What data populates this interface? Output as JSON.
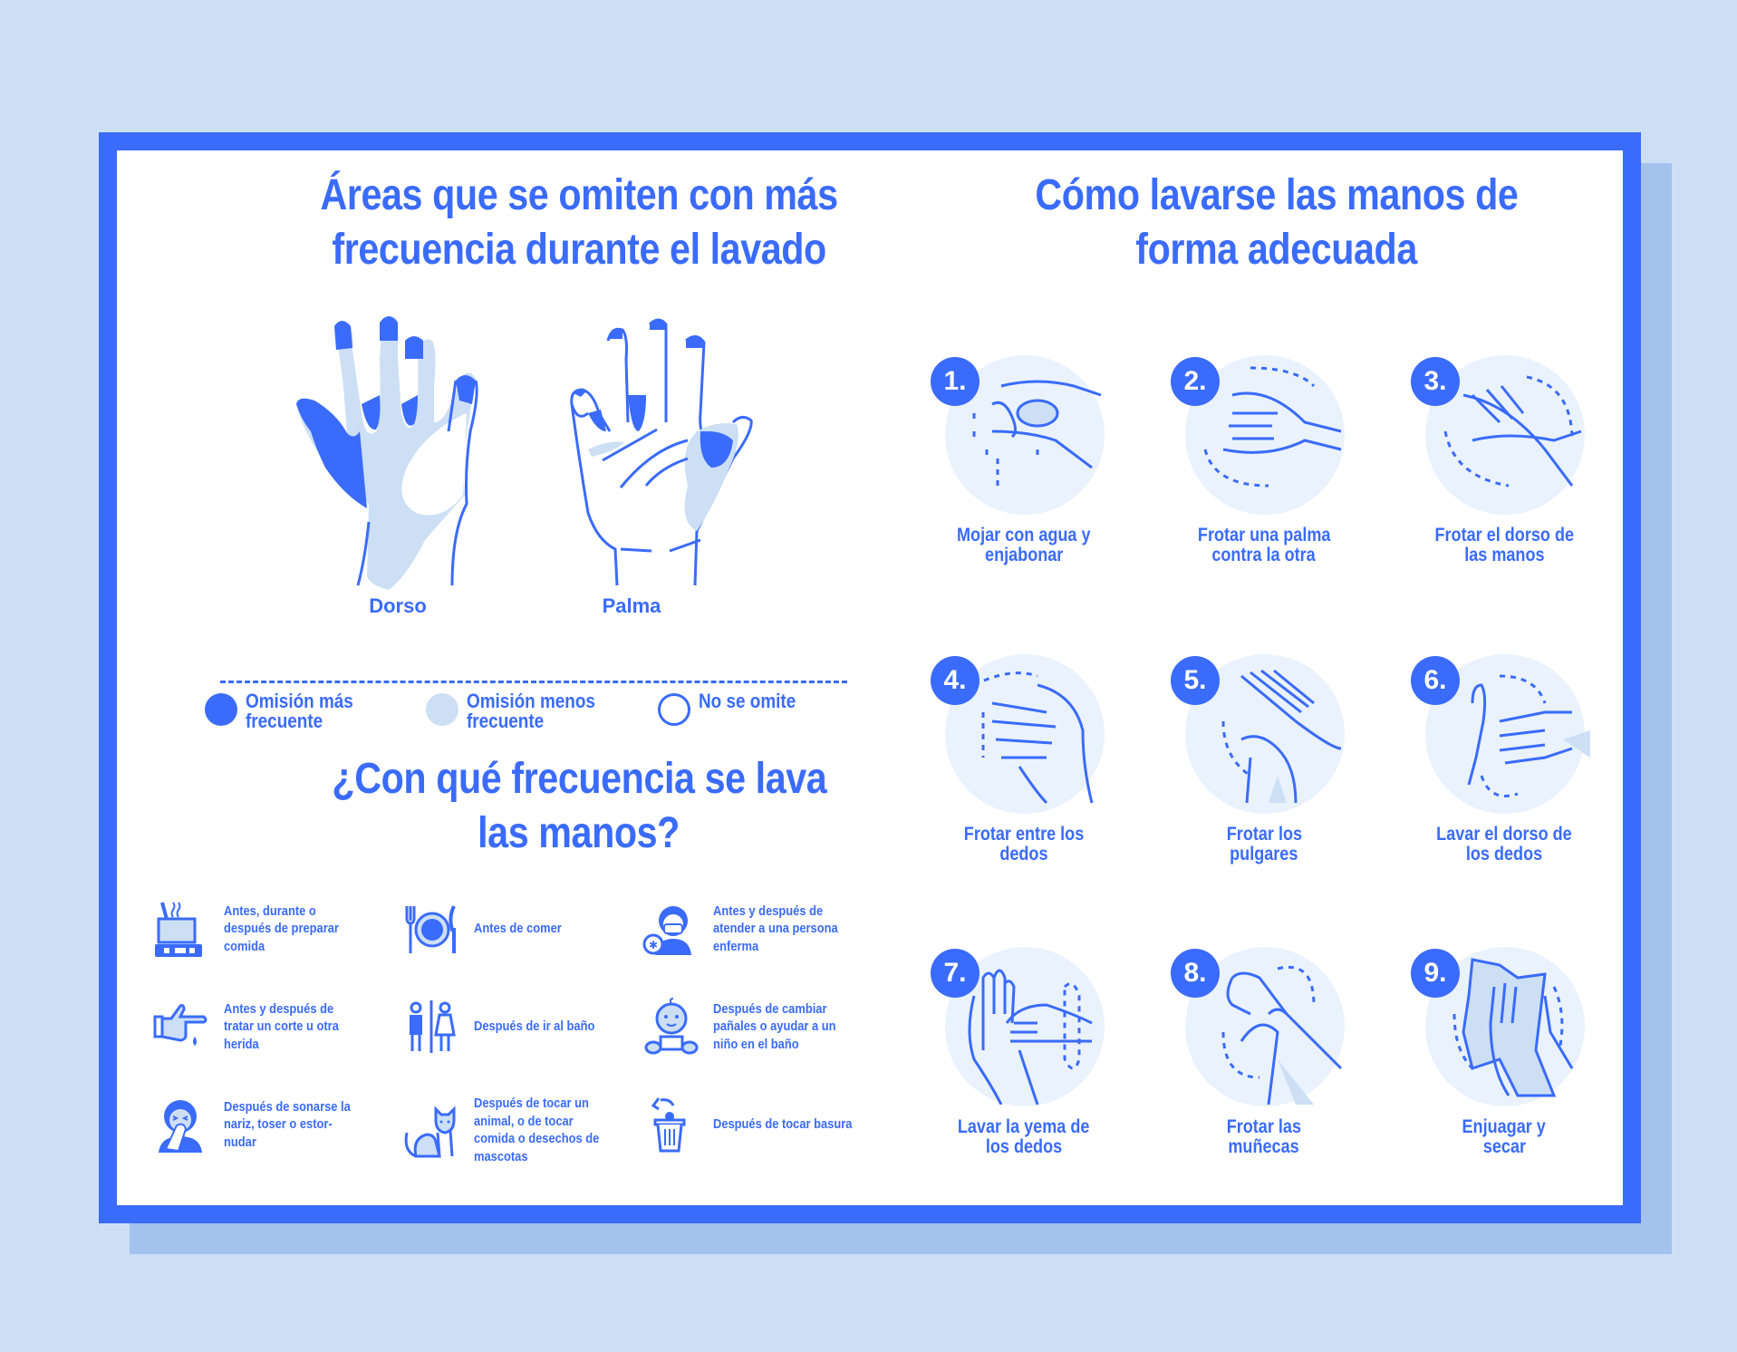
{
  "colors": {
    "background": "#CCDFF5",
    "shadow": "#A4C2EE",
    "frame": "#3A6BFB",
    "sheet": "#FFFFFF",
    "accent": "#3A6BFB",
    "accent_light": "#CCDFF5",
    "step_circle_bg": "#EAF2FD"
  },
  "omitted_areas": {
    "title_line1": "Áreas que se omiten con más",
    "title_line2": "frecuencia durante el lavado",
    "hands": [
      {
        "label": "Dorso",
        "icon": "hand-back-icon"
      },
      {
        "label": "Palma",
        "icon": "hand-palm-icon"
      }
    ],
    "legend": [
      {
        "line1": "Omisión más",
        "line2": "frecuente",
        "swatch": "filled-dark"
      },
      {
        "line1": "Omisión menos",
        "line2": "frecuente",
        "swatch": "filled-light"
      },
      {
        "line1": "No se omite",
        "line2": "",
        "swatch": "outline"
      }
    ]
  },
  "how_often": {
    "title_line1": "¿Con qué frecuencia se lava",
    "title_line2": "las manos?",
    "items": [
      {
        "text": "Antes, durante o después de preparar comida",
        "icon": "cooking-pot-icon"
      },
      {
        "text": "Antes de comer",
        "icon": "plate-cutlery-icon"
      },
      {
        "text": "Antes y después de atender a una persona enferma",
        "icon": "masked-person-icon"
      },
      {
        "text": "Antes y después de tratar un corte u otra herida",
        "icon": "bleeding-hand-icon"
      },
      {
        "text": "Después de ir al baño",
        "icon": "restroom-icon"
      },
      {
        "text": "Después de cambiar pañales o ayudar a un niño en el baño",
        "icon": "baby-diaper-icon"
      },
      {
        "text": "Después de sonarse la nariz, toser o estor-nudar",
        "icon": "sneezing-person-icon"
      },
      {
        "text": "Después de tocar un animal, o de tocar comida o desechos de mascotas",
        "icon": "cat-icon"
      },
      {
        "text": "Después de tocar basura",
        "icon": "trash-can-icon"
      }
    ]
  },
  "how_to_wash": {
    "title_line1": "Cómo lavarse las manos de",
    "title_line2": "forma adecuada",
    "steps": [
      {
        "num": "1.",
        "line1": "Mojar con agua y",
        "line2": "enjabonar",
        "icon": "wet-soap-hands-icon"
      },
      {
        "num": "2.",
        "line1": "Frotar una palma",
        "line2": "contra la otra",
        "icon": "rub-palms-icon"
      },
      {
        "num": "3.",
        "line1": "Frotar el dorso de",
        "line2": "las manos",
        "icon": "rub-back-hands-icon"
      },
      {
        "num": "4.",
        "line1": "Frotar entre los",
        "line2": "dedos",
        "icon": "interlace-fingers-icon"
      },
      {
        "num": "5.",
        "line1": "Frotar los",
        "line2": "pulgares",
        "icon": "rub-thumbs-icon"
      },
      {
        "num": "6.",
        "line1": "Lavar el dorso de",
        "line2": "los dedos",
        "icon": "back-of-fingers-icon"
      },
      {
        "num": "7.",
        "line1": "Lavar la yema de",
        "line2": "los dedos",
        "icon": "fingertips-icon"
      },
      {
        "num": "8.",
        "line1": "Frotar las",
        "line2": "muñecas",
        "icon": "rub-wrists-icon"
      },
      {
        "num": "9.",
        "line1": "Enjuagar y",
        "line2": "secar",
        "icon": "towel-dry-icon"
      }
    ]
  }
}
